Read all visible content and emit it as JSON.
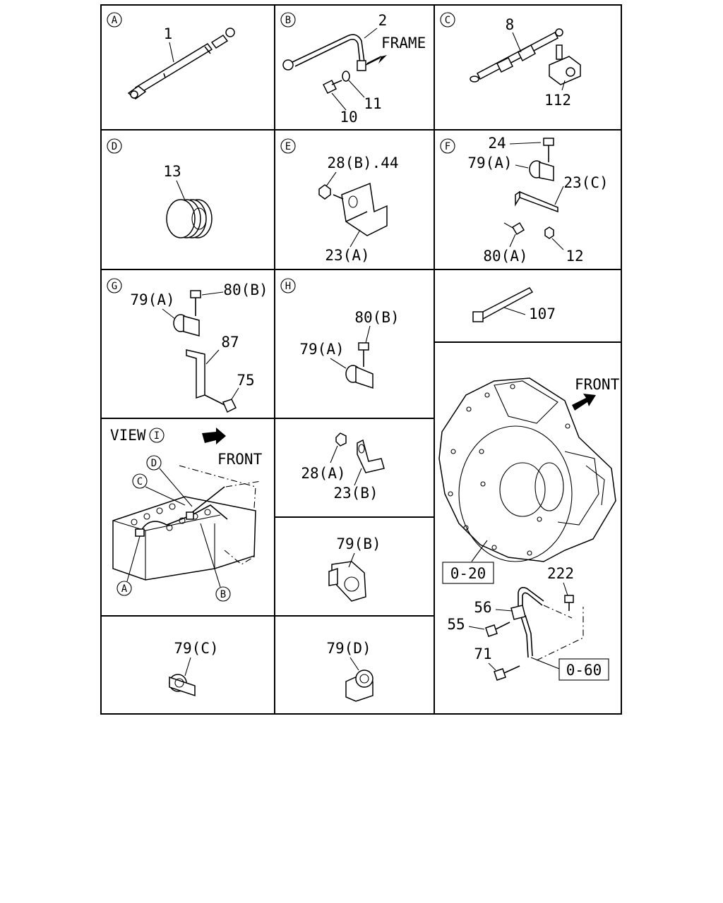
{
  "panels": {
    "A": {
      "letter": "A",
      "parts": [
        "1"
      ]
    },
    "B": {
      "letter": "B",
      "parts": [
        "2",
        "11",
        "10"
      ],
      "note": "FRAME"
    },
    "C": {
      "letter": "C",
      "parts": [
        "8",
        "112"
      ]
    },
    "D": {
      "letter": "D",
      "parts": [
        "13"
      ]
    },
    "E": {
      "letter": "E",
      "parts": [
        "28(B).44",
        "23(A)"
      ]
    },
    "F": {
      "letter": "F",
      "parts": [
        "24",
        "79(A)",
        "23(C)",
        "80(A)",
        "12"
      ]
    },
    "G": {
      "letter": "G",
      "parts": [
        "79(A)",
        "80(B)",
        "87",
        "75"
      ]
    },
    "H": {
      "letter": "H",
      "parts": [
        "80(B)",
        "79(A)"
      ]
    },
    "tie": {
      "parts": [
        "107"
      ]
    },
    "view": {
      "title": "VIEW",
      "letter": "I",
      "front": "FRONT",
      "callouts": [
        "D",
        "C",
        "A",
        "B"
      ]
    },
    "clip_b": {
      "parts": [
        "28(A)",
        "23(B)"
      ]
    },
    "clip_79b": {
      "parts": [
        "79(B)"
      ]
    },
    "clip_79c": {
      "parts": [
        "79(C)"
      ]
    },
    "clip_79d": {
      "parts": [
        "79(D)"
      ]
    },
    "housing": {
      "front": "FRONT",
      "refs": [
        "0-20",
        "0-60"
      ],
      "parts": [
        "222",
        "56",
        "55",
        "71"
      ]
    }
  }
}
